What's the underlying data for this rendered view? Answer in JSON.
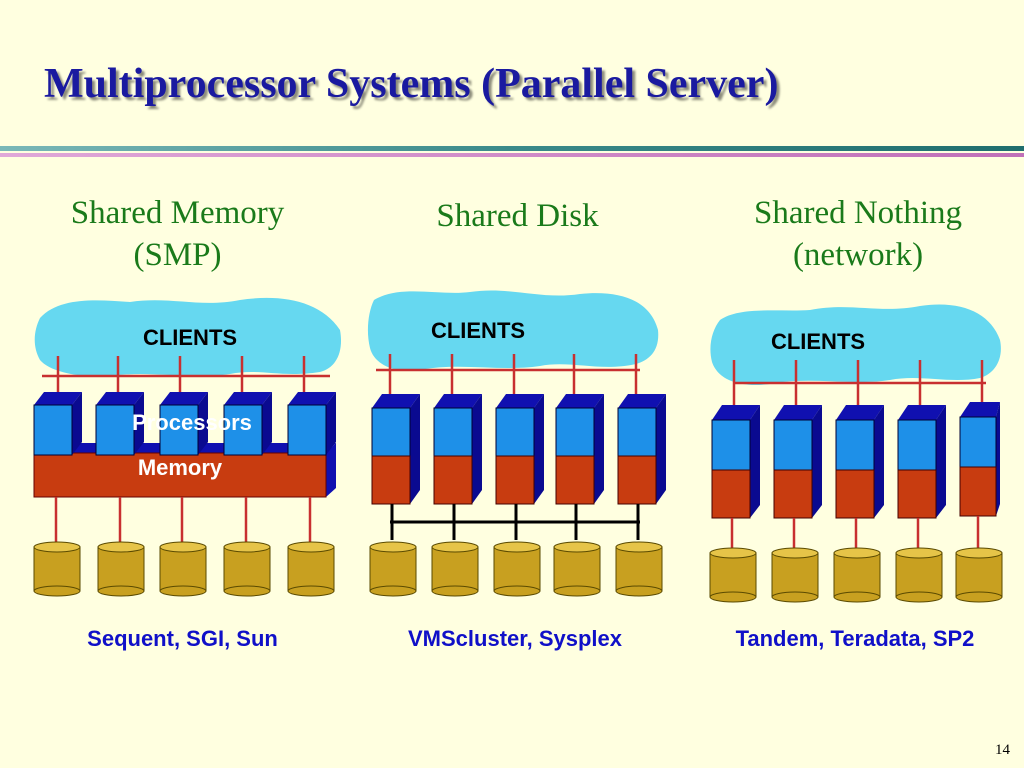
{
  "slide": {
    "title": "Multiprocessor Systems (Parallel Server)",
    "page_number": "14"
  },
  "columns": [
    {
      "heading_line1": "Shared Memory",
      "heading_line2": "(SMP)",
      "clients_label": "CLIENTS",
      "processors_label": "Processors",
      "memory_label": "Memory",
      "examples": "Sequent, SGI, Sun"
    },
    {
      "heading_line1": "Shared Disk",
      "heading_line2": "",
      "clients_label": "CLIENTS",
      "examples": "VMScluster, Sysplex"
    },
    {
      "heading_line1": "Shared Nothing",
      "heading_line2": "(network)",
      "clients_label": "CLIENTS",
      "examples": "Tandem, Teradata, SP2"
    }
  ],
  "colors": {
    "background": "#FFFFE0",
    "title": "#1A1AA0",
    "heading": "#1A7A1A",
    "cloud": "#66D8F0",
    "processor": "#1E90E8",
    "processor_dark": "#1010B0",
    "memory": "#C83C10",
    "disk": "#C8A020",
    "wire": "#C83030",
    "examples": "#1010C8"
  }
}
